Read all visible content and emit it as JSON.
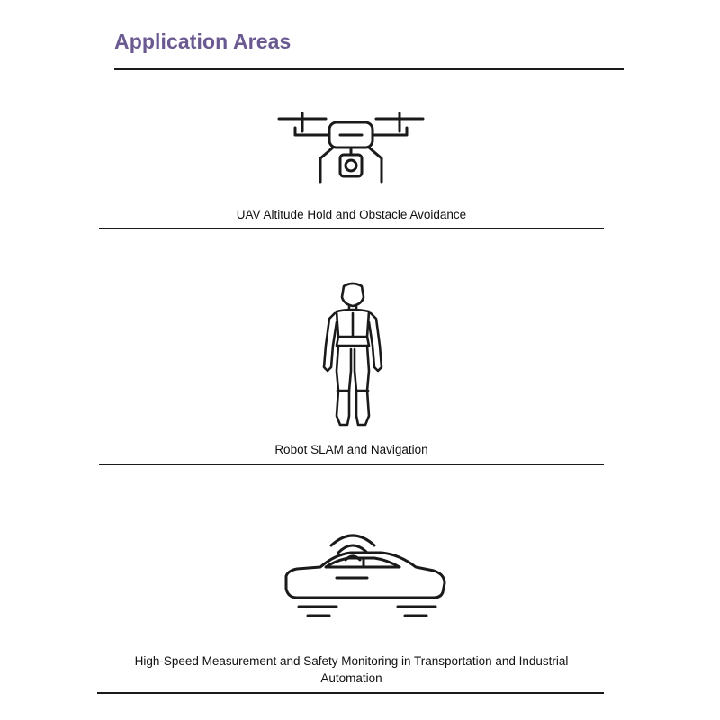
{
  "heading": {
    "title": "Application Areas",
    "color": "#6b5a91"
  },
  "applications": [
    {
      "icon": "drone-icon",
      "caption": "UAV Altitude Hold and Obstacle Avoidance"
    },
    {
      "icon": "humanoid-robot-icon",
      "caption": "Robot SLAM and Navigation"
    },
    {
      "icon": "car-with-signal-icon",
      "caption_line1": "High-Speed Measurement and Safety Monitoring in Transportation and Industrial",
      "caption_line2": "Automation"
    }
  ]
}
